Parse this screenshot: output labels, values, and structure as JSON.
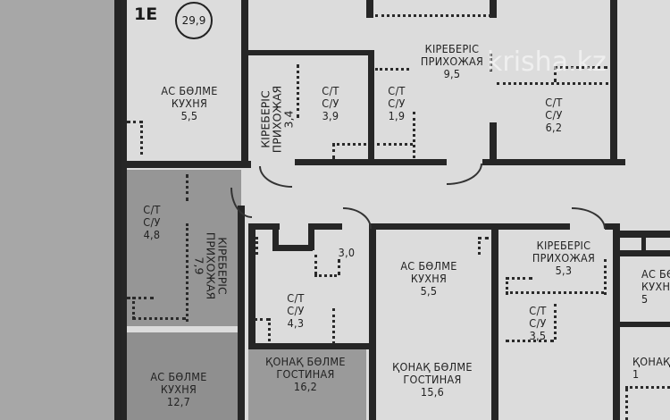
{
  "plan": {
    "unit_code": "1E",
    "unit_area": "29,9",
    "watermark": "krisha.kz",
    "rooms": [
      {
        "id": "kitchen-a",
        "line1": "АС БӨЛМЕ",
        "line2": "КУХНЯ",
        "area": "5,5"
      },
      {
        "id": "hall-small",
        "line1": "КІРЕБЕРІС",
        "line2": "ПРИХОЖАЯ",
        "area": "3,4"
      },
      {
        "id": "bath-a",
        "line1": "С/Т",
        "line2": "С/У",
        "area": "3,9"
      },
      {
        "id": "bath-b",
        "line1": "С/Т",
        "line2": "С/У",
        "area": "1,9"
      },
      {
        "id": "hall-top",
        "line1": "КІРЕБЕРІС",
        "line2": "ПРИХОЖАЯ",
        "area": "9,5"
      },
      {
        "id": "bath-c",
        "line1": "С/Т",
        "line2": "С/У",
        "area": "6,2"
      },
      {
        "id": "bath-d",
        "line1": "С/Т",
        "line2": "С/У",
        "area": "4,8"
      },
      {
        "id": "hall-left",
        "line1": "КІРЕБЕРІС",
        "line2": "ПРИХОЖАЯ",
        "area": "7,9"
      },
      {
        "id": "small-room",
        "line1": "",
        "line2": "",
        "area": "3,0"
      },
      {
        "id": "bath-e",
        "line1": "С/Т",
        "line2": "С/У",
        "area": "4,3"
      },
      {
        "id": "kitchen-b",
        "line1": "АС БӨЛМЕ",
        "line2": "КУХНЯ",
        "area": "5,5"
      },
      {
        "id": "hall-right",
        "line1": "КІРЕБЕРІС",
        "line2": "ПРИХОЖАЯ",
        "area": "5,3"
      },
      {
        "id": "bath-f",
        "line1": "С/Т",
        "line2": "С/У",
        "area": "3,5"
      },
      {
        "id": "kitchen-c",
        "line1": "АС БӨЛМЕ",
        "line2": "КУХНЯ",
        "area": "12,7"
      },
      {
        "id": "living-a",
        "line1": "ҚОНАҚ БӨЛМЕ",
        "line2": "ГОСТИНАЯ",
        "area": "16,2"
      },
      {
        "id": "living-b",
        "line1": "ҚОНАҚ БӨЛМЕ",
        "line2": "ГОСТИНАЯ",
        "area": "15,6"
      },
      {
        "id": "kitchen-edge",
        "line1": "АС БӨЛМЕ",
        "line2": "КУХНЯ",
        "area": "5"
      },
      {
        "id": "living-edge",
        "line1": "ҚОНАҚ БӨЛМЕ",
        "line2": "",
        "area": "1"
      }
    ]
  }
}
